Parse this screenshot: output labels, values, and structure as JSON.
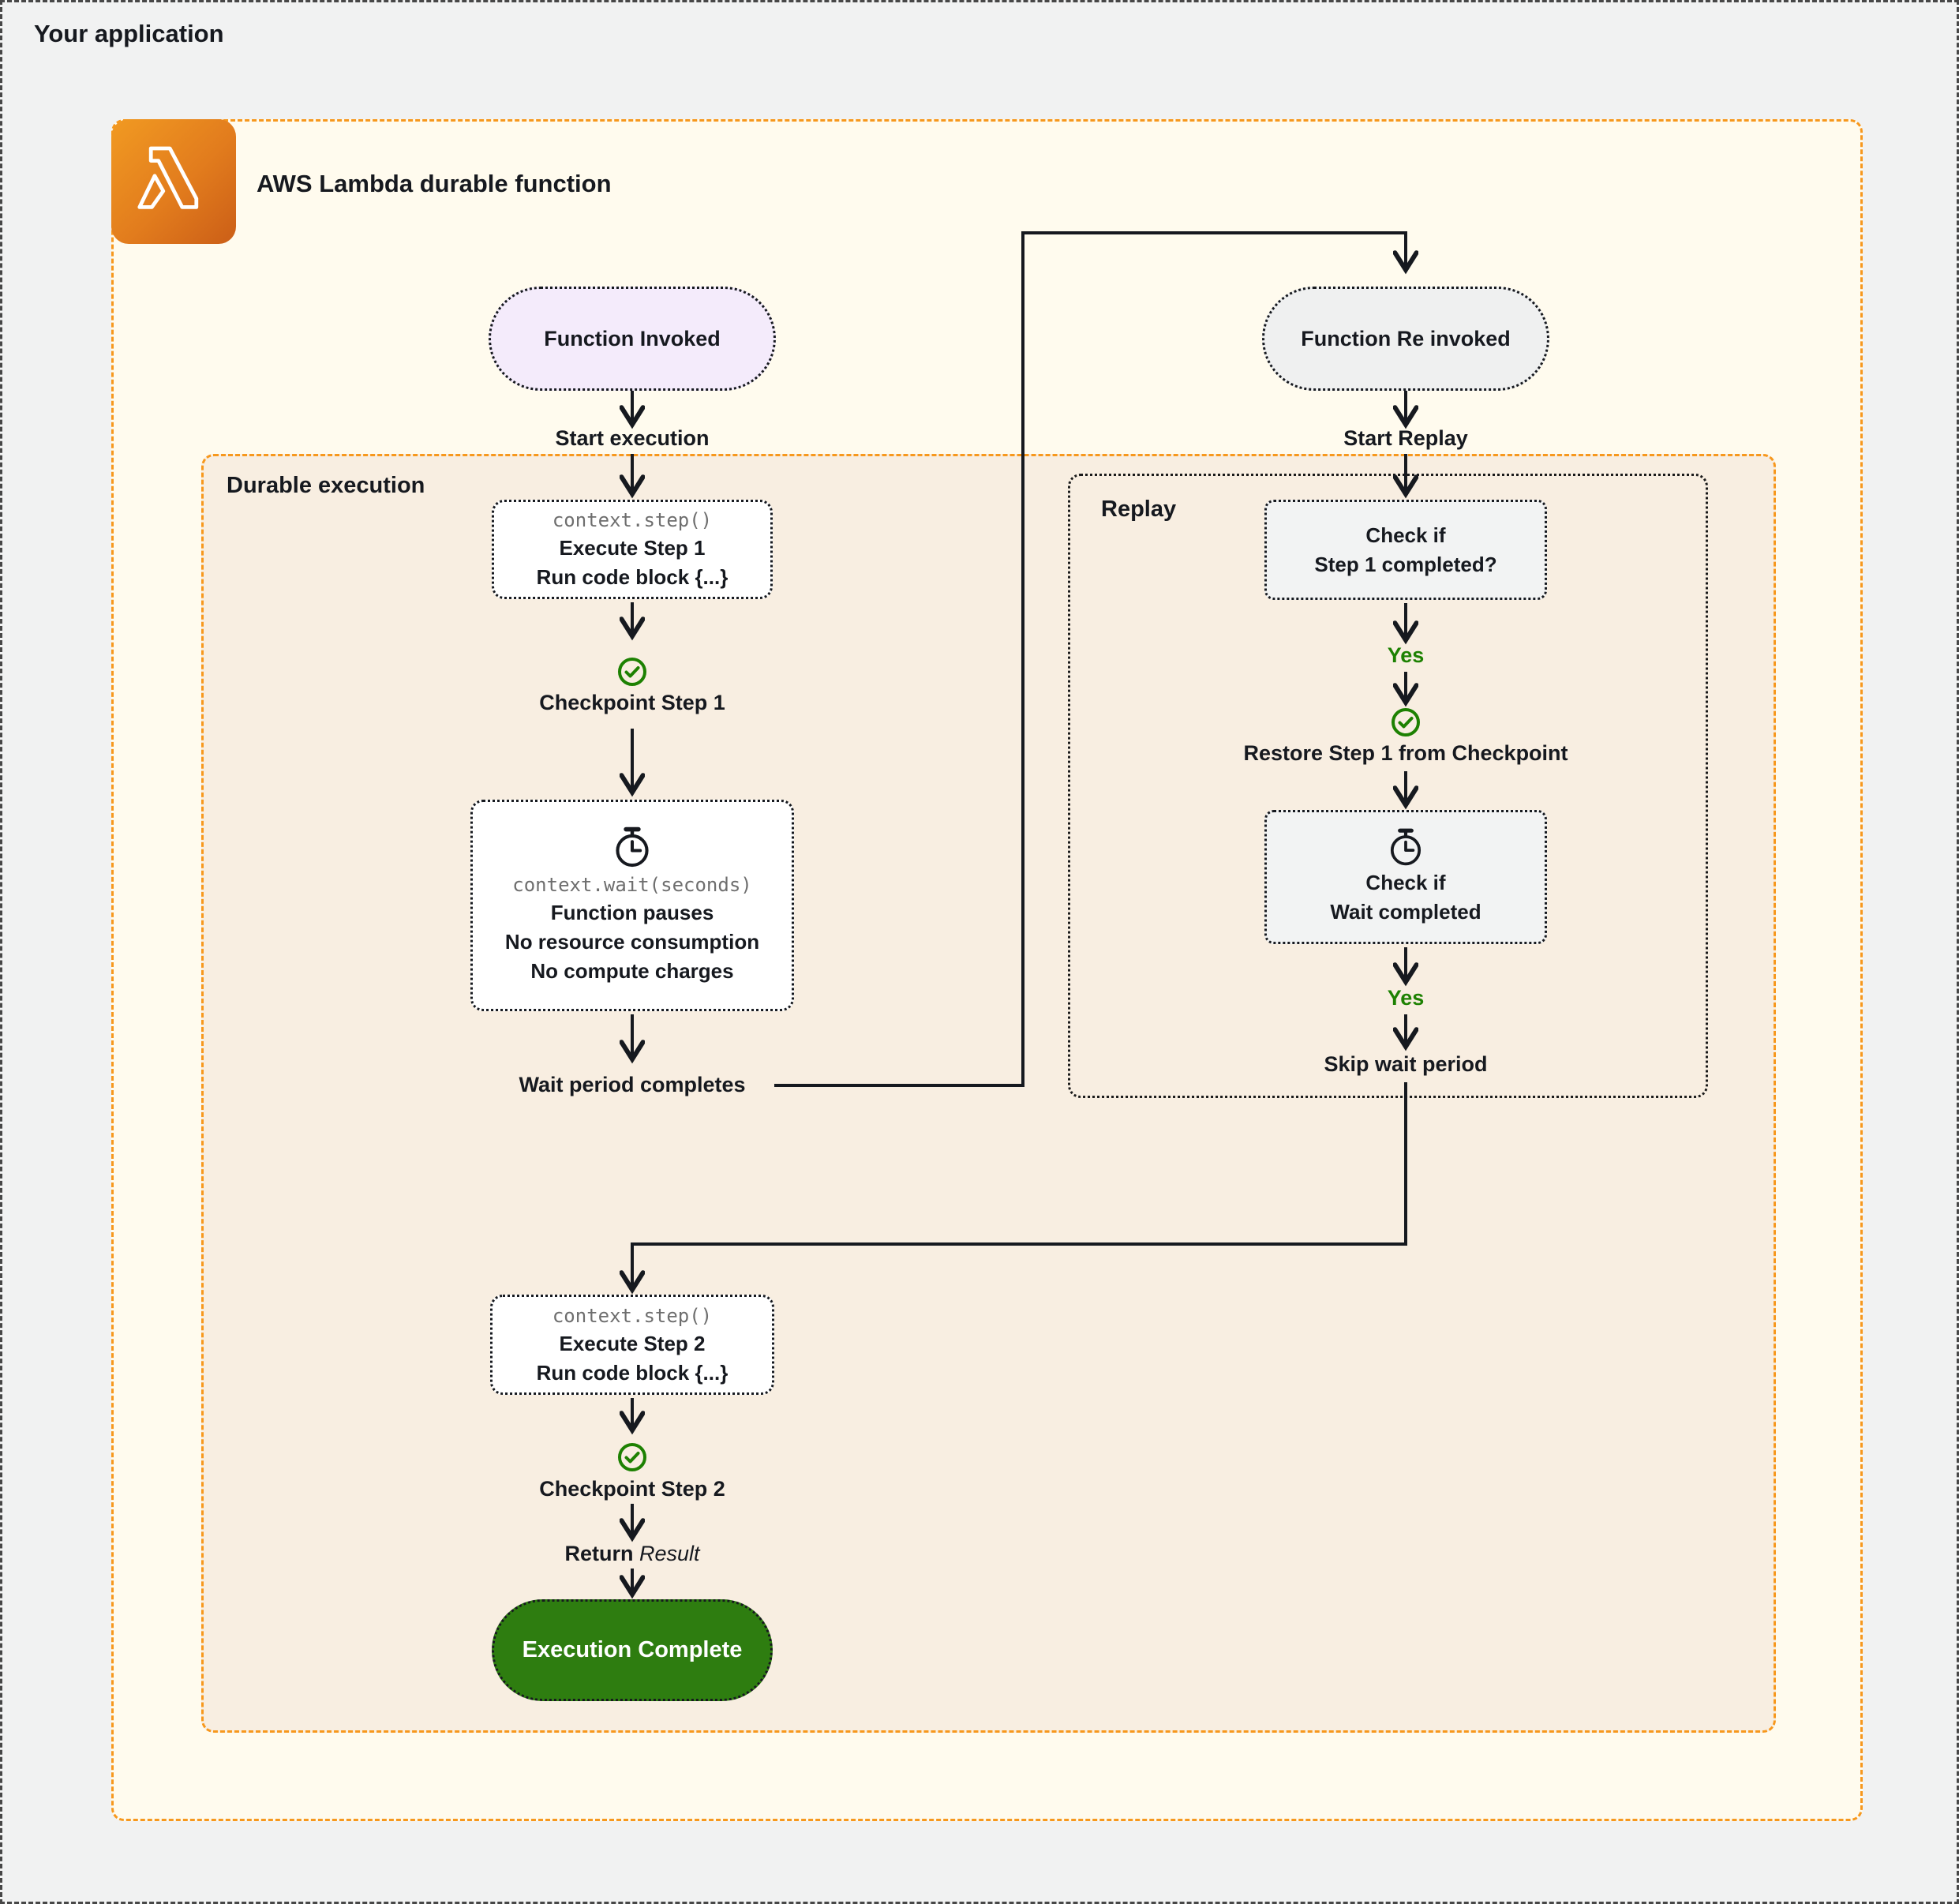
{
  "app": {
    "title": "Your application"
  },
  "lambda": {
    "title": "AWS Lambda durable function"
  },
  "sections": {
    "durable": "Durable execution",
    "replay": "Replay"
  },
  "flow": {
    "function_invoked": "Function Invoked",
    "start_execution": "Start execution",
    "step1_code": "context.step()",
    "step1_line1": "Execute Step 1",
    "step1_line2": "Run code block {...}",
    "checkpoint1": "Checkpoint Step 1",
    "wait_code": "context.wait(seconds)",
    "wait_line1": "Function pauses",
    "wait_line2": "No resource consumption",
    "wait_line3": "No compute charges",
    "wait_completes": "Wait period completes",
    "function_reinvoked": "Function Re invoked",
    "start_replay": "Start Replay",
    "check_step1_line1": "Check if",
    "check_step1_line2": "Step 1 completed?",
    "yes1": "Yes",
    "restore": "Restore Step 1 from Checkpoint",
    "check_wait_line1": "Check if",
    "check_wait_line2": "Wait completed",
    "yes2": "Yes",
    "skip_wait": "Skip wait period",
    "step2_code": "context.step()",
    "step2_line1": "Execute Step 2",
    "step2_line2": "Run code block {...}",
    "checkpoint2": "Checkpoint Step 2",
    "return_word": "Return",
    "return_value": "Result",
    "execution_complete": "Execution Complete"
  },
  "icons": {
    "lambda": "aws-lambda λ outline tile",
    "stopwatch": "stopwatch / timer",
    "check_circle": "green check in circle"
  },
  "colors": {
    "canvas_bg": "#F1F2F2",
    "outer_border": "#474747",
    "lambda_box_bg": "#FFFBEE",
    "durable_box_bg": "#F8EEE1",
    "accent_orange": "#F7981D",
    "lambda_tile_gradient_start": "#F19A22",
    "lambda_tile_gradient_end": "#CB5E17",
    "node_border": "#16191F",
    "purple_node_bg": "#F4EBFB",
    "gray_node_bg": "#EFF0F0",
    "white_node_bg": "#FFFFFF",
    "success_green": "#1D8102",
    "complete_pill_bg": "#2E7D10",
    "code_text": "#6E6E6E",
    "text": "#16191F"
  }
}
